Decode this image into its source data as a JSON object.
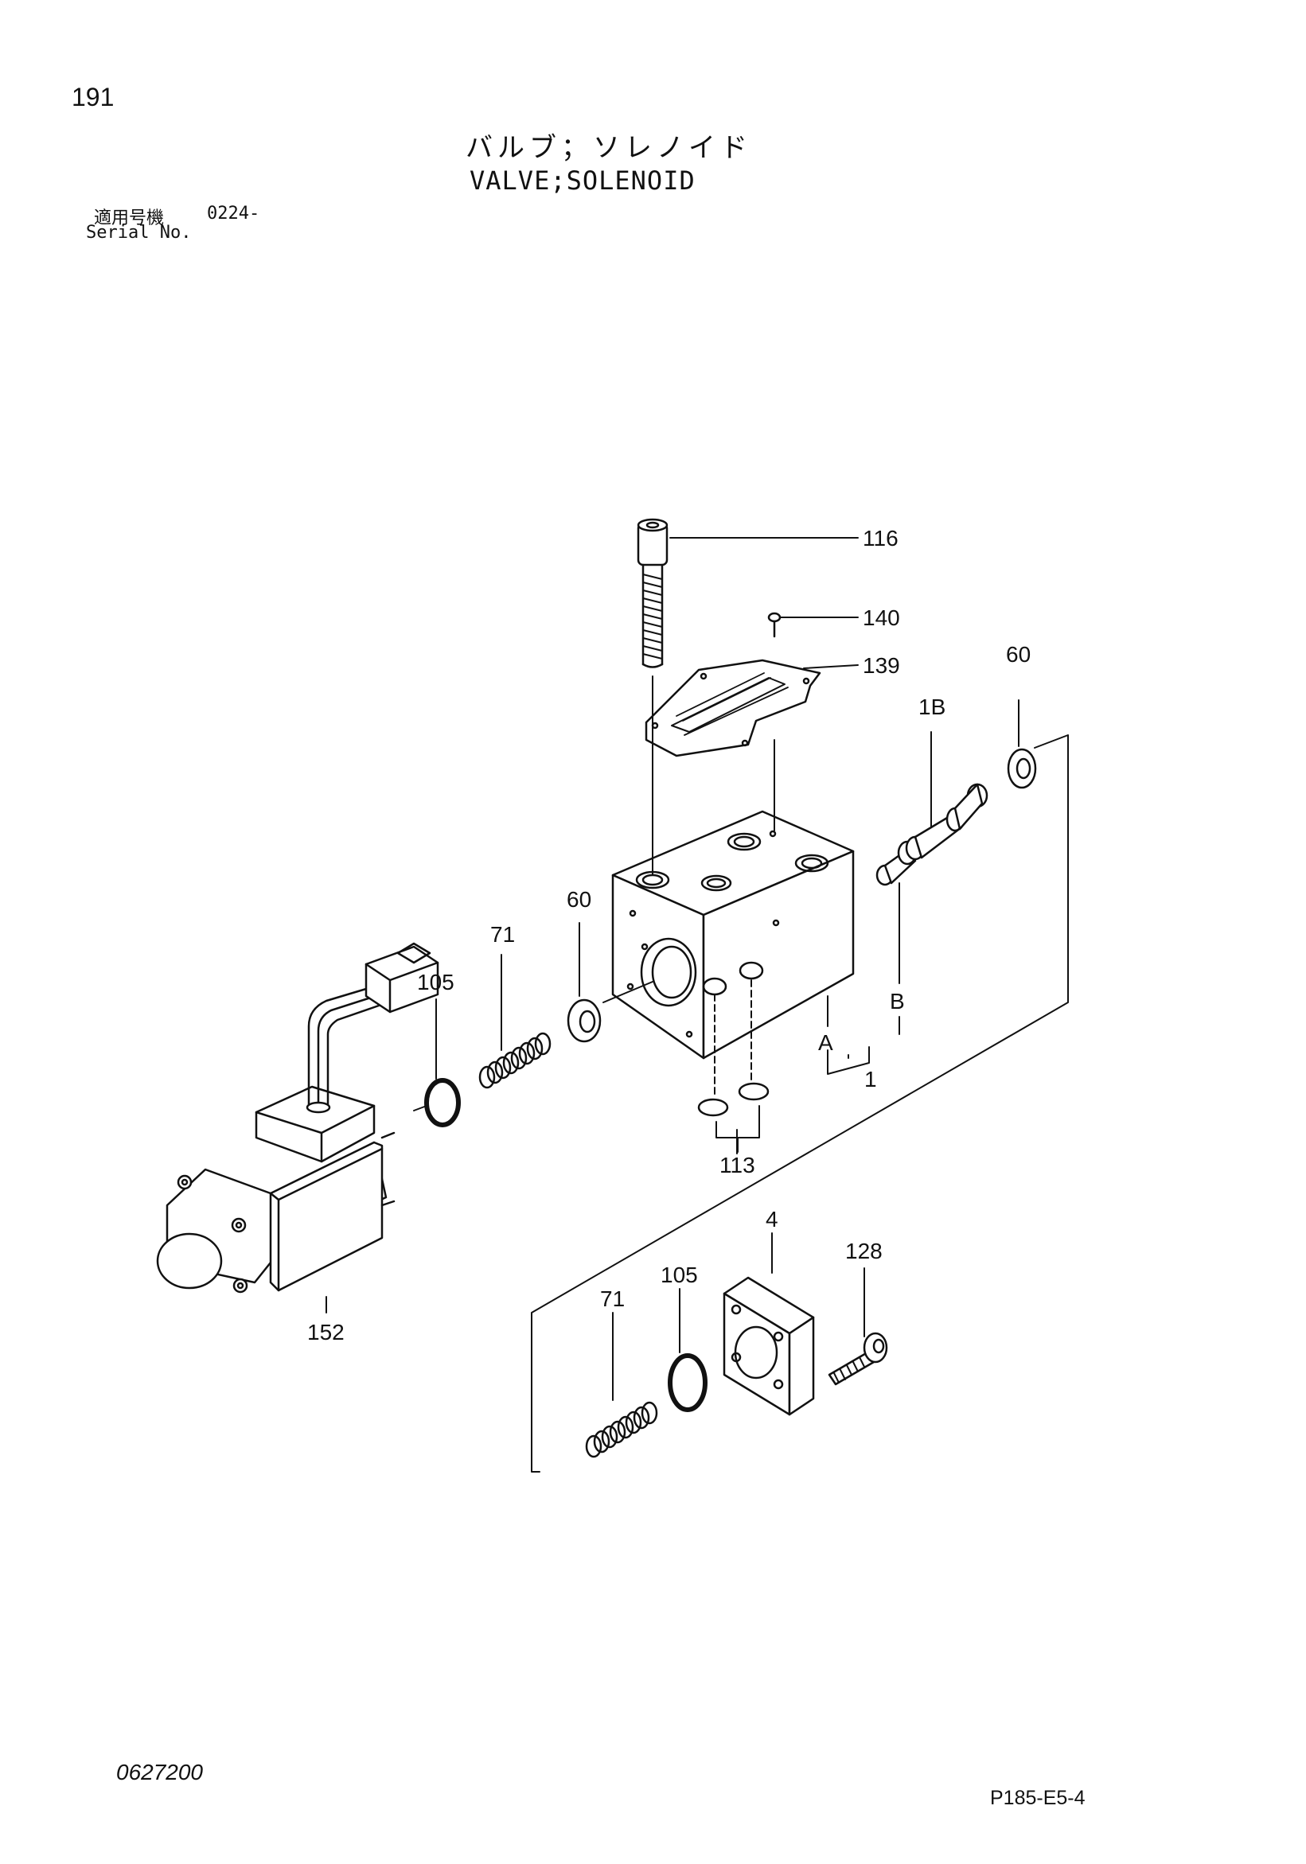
{
  "header": {
    "page_number": "191",
    "title_jp": "バルブ；ソレノイド",
    "title_en": "VALVE;SOLENOID",
    "serial_label_jp": "適用号機",
    "serial_range": "0224-",
    "serial_label_en": "Serial No."
  },
  "footer": {
    "doc_code": "0627200",
    "sheet_code": "P185-E5-4"
  },
  "callouts": {
    "p116": "116",
    "p140": "140",
    "p139": "139",
    "p60_top": "60",
    "p1B": "1B",
    "p60_mid": "60",
    "p71_top": "71",
    "p105_top": "105",
    "pB": "B",
    "pA": "A",
    "p1": "1",
    "p113": "113",
    "p4": "4",
    "p128": "128",
    "p105_low": "105",
    "p71_low": "71",
    "p152": "152"
  }
}
